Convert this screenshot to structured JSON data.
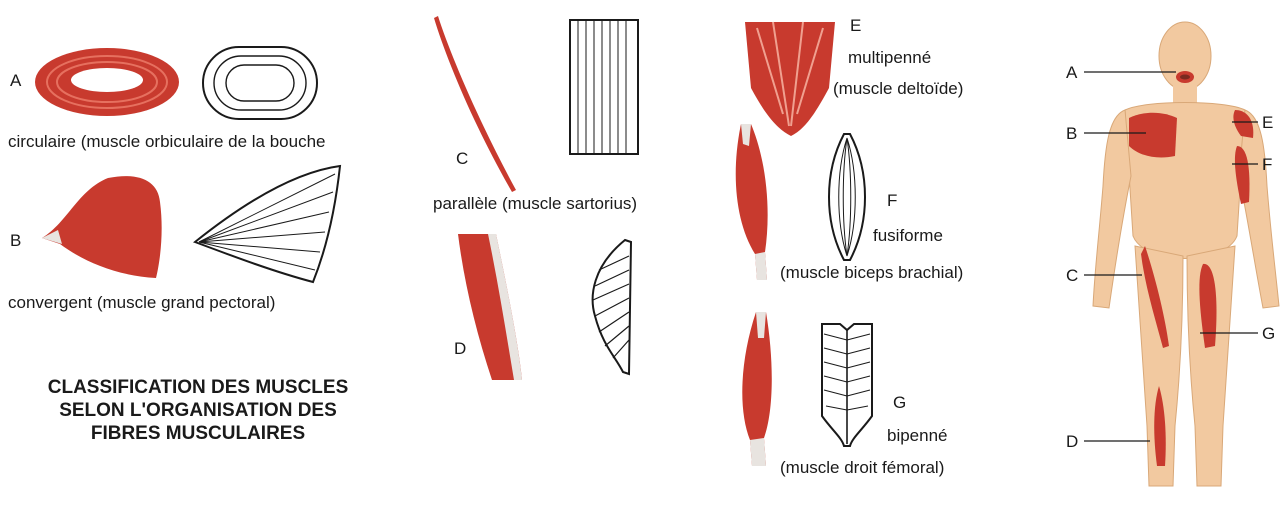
{
  "colors": {
    "muscle": "#c83a2e",
    "muscle_dark": "#a82a22",
    "tendon": "#e8e4e0",
    "skin": "#f2c9a0",
    "line": "#1a1a1a"
  },
  "title_lines": [
    "CLASSIFICATION DES MUSCLES",
    "SELON L'ORGANISATION DES",
    "FIBRES MUSCULAIRES"
  ],
  "types": {
    "A": {
      "letter": "A",
      "label": "circulaire (muscle orbiculaire de la bouche"
    },
    "B": {
      "letter": "B",
      "label": "convergent (muscle grand pectoral)"
    },
    "C": {
      "letter": "C",
      "label": "parallèle (muscle sartorius)"
    },
    "D": {
      "letter": "D"
    },
    "E": {
      "letter": "E",
      "label1": "multipenné",
      "label2": "(muscle deltoïde)"
    },
    "F": {
      "letter": "F",
      "label1": "fusiforme",
      "label2": "(muscle biceps brachial)"
    },
    "G": {
      "letter": "G",
      "label1": "bipenné",
      "label2": "(muscle droit fémoral)"
    }
  },
  "body_figure": {
    "left_letters": [
      "A",
      "B",
      "C",
      "D"
    ],
    "right_letters": [
      "E",
      "F",
      "G"
    ]
  }
}
